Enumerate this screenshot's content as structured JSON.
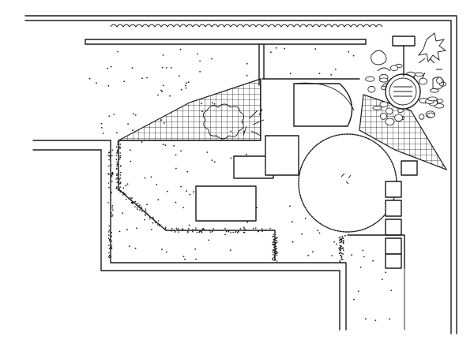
{
  "drawing": {
    "ink_color": "#1a1a1a",
    "paper_color": "#ffffff",
    "elements": [
      "boundary-walls",
      "paved-patio-area",
      "crosshatched-planting-beds",
      "stepping-slabs",
      "circular-lawn",
      "pebble-bed",
      "round-water-feature",
      "corner-foliage",
      "hedge-strip",
      "gravel-edging",
      "shrub-cluster",
      "stepping-stone-path",
      "side-path-strip"
    ]
  }
}
